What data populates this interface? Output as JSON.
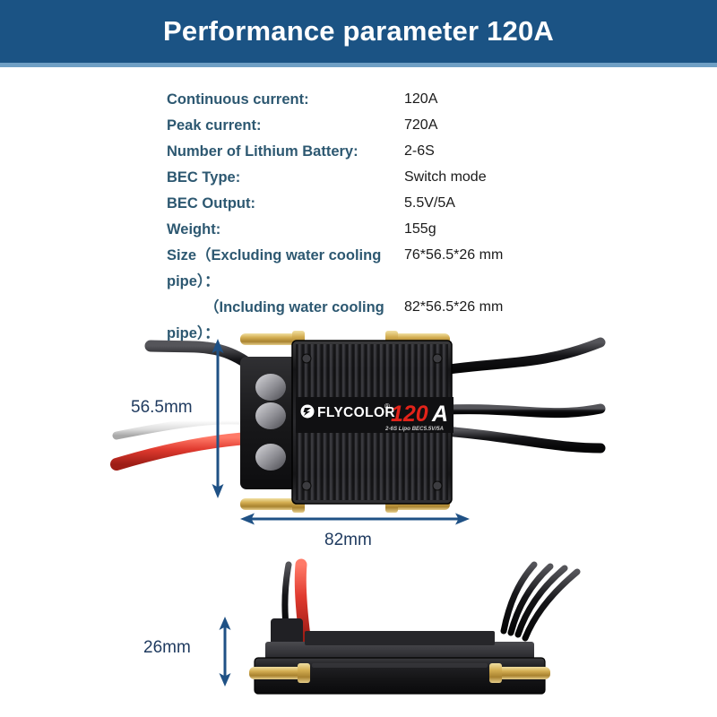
{
  "banner": {
    "title": "Performance parameter 120A",
    "bg_color": "#1b5384",
    "underline_color": "#6f9fc4",
    "title_color": "#ffffff"
  },
  "specs": {
    "label_color": "#2d5871",
    "value_color": "#1a1a1a",
    "rows": [
      {
        "label": "Continuous current:",
        "value": "120A"
      },
      {
        "label": "Peak current:",
        "value": "720A"
      },
      {
        "label": "Number of Lithium Battery:",
        "value": "2-6S"
      },
      {
        "label": "BEC Type:",
        "value": "Switch mode"
      },
      {
        "label": "BEC Output:",
        "value": "5.5V/5A"
      },
      {
        "label": "Weight:",
        "value": "155g"
      },
      {
        "label": "Size（Excluding water cooling",
        "value": "76*56.5*26 mm"
      },
      {
        "label": "pipe）：",
        "value": ""
      },
      {
        "label": "（Including water cooling",
        "value": "82*56.5*26 mm"
      },
      {
        "label": "pipe）：",
        "value": ""
      }
    ]
  },
  "figures": {
    "top_view": {
      "height_label": "56.5mm",
      "width_label": "82mm",
      "brand": "FLYCOLOR",
      "brand_mark": "®",
      "model": "120A",
      "sub_label": "2-6S Lipo BEC5.5V/5A",
      "arrow_color": "#1f5185",
      "label_color": "#1f3a5f"
    },
    "side_view": {
      "height_label": "26mm",
      "arrow_color": "#1f5185",
      "label_color": "#1f3a5f"
    }
  },
  "colors": {
    "body_black": "#1c1c1e",
    "brass": "#c8a34a",
    "wire_red": "#e03a2f",
    "wire_black": "#141414",
    "wire_white": "#f2f2f2",
    "accent_red": "#e2231a"
  }
}
